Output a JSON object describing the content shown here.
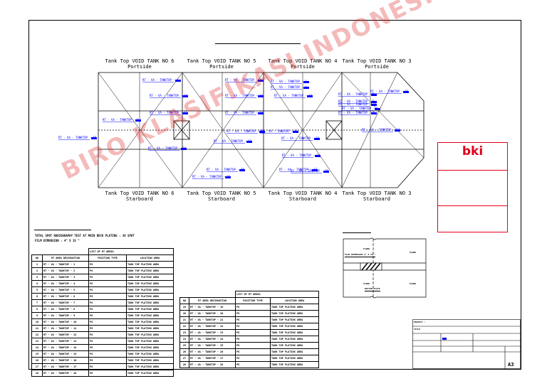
{
  "drawing": {
    "top_labels": [
      {
        "line1": "Tank Top VOID TANK NO 6",
        "line2": "Portside"
      },
      {
        "line1": "Tank Top VOID TANK NO 5",
        "line2": "Portside"
      },
      {
        "line1": "Tank Top VOID TANK NO 4",
        "line2": "Portside"
      },
      {
        "line1": "Tank Top VOID TANK NO 3",
        "line2": "Portside"
      }
    ],
    "bottom_labels": [
      {
        "line1": "Tank Top VOID TANK NO 6",
        "line2": "Starboard"
      },
      {
        "line1": "Tank Top VOID TANK NO 5",
        "line2": "Starboard"
      },
      {
        "line1": "Tank Top VOID TANK NO 4",
        "line2": "Starboard"
      },
      {
        "line1": "Tank Top VOID TANK NO 3",
        "line2": "Starboard"
      }
    ],
    "sheet_size": "A3"
  },
  "notes": {
    "line1": "TOTAL SPOT RADIOGRAPHY TEST AT MAIN DECK PLATING : 38 SPOT",
    "line2": "FILM DIMENSION : 4\" X 15 \""
  },
  "table1": {
    "title": "LIST OF RT AREAS",
    "headers": [
      "NO",
      "RT AREA DESIGNATION",
      "POSITION TYPE",
      "LOCATION AREA"
    ],
    "rows": [
      [
        "1",
        "RT - VA - TANKTOP - 1",
        "PG",
        "TANK TOP PLATING AREA"
      ],
      [
        "2",
        "RT - VA - TANKTOP - 2",
        "PG",
        "TANK TOP PLATING AREA"
      ],
      [
        "3",
        "RT - VA - TANKTOP - 3",
        "PG",
        "TANK TOP PLATING AREA"
      ],
      [
        "4",
        "RT - VA - TANKTOP - 4",
        "PG",
        "TANK TOP PLATING AREA"
      ],
      [
        "5",
        "RT - VA - TANKTOP - 5",
        "PG",
        "TANK TOP PLATING AREA"
      ],
      [
        "6",
        "RT - VA - TANKTOP - 6",
        "PG",
        "TANK TOP PLATING AREA"
      ],
      [
        "7",
        "RT - VA - TANKTOP - 7",
        "PG",
        "TANK TOP PLATING AREA"
      ],
      [
        "8",
        "RT - VA - TANKTOP - 8",
        "PG",
        "TANK TOP PLATING AREA"
      ],
      [
        "9",
        "RT - VA - TANKTOP - 9",
        "PG",
        "TANK TOP PLATING AREA"
      ],
      [
        "10",
        "RT - VA - TANKTOP - 10",
        "PG",
        "TANK TOP PLATING AREA"
      ],
      [
        "11",
        "RT - VA - TANKTOP - 11",
        "PG",
        "TANK TOP PLATING AREA"
      ],
      [
        "12",
        "RT - VA - TANKTOP - 12",
        "PG",
        "TANK TOP PLATING AREA"
      ],
      [
        "13",
        "RT - VA - TANKTOP - 13",
        "PG",
        "TANK TOP PLATING AREA"
      ],
      [
        "14",
        "RT - VA - TANKTOP - 14",
        "PG",
        "TANK TOP PLATING AREA"
      ],
      [
        "15",
        "RT - VA - TANKTOP - 15",
        "PG",
        "TANK TOP PLATING AREA"
      ],
      [
        "16",
        "RT - VA - TANKTOP - 16",
        "PG",
        "TANK TOP PLATING AREA"
      ],
      [
        "17",
        "RT - VA - TANKTOP - 17",
        "PG",
        "TANK TOP PLATING AREA"
      ],
      [
        "18",
        "RT - VA - TANKTOP - 18",
        "PG",
        "TANK TOP PLATING AREA"
      ]
    ]
  },
  "table2": {
    "title": "LIST OF RT AREAS",
    "headers": [
      "NO",
      "RT AREA DESIGNATION",
      "POSITION TYPE",
      "LOCATION AREA"
    ],
    "rows": [
      [
        "19",
        "RT - VA - TANKTOP - 19",
        "PG",
        "TANK TOP PLATING AREA"
      ],
      [
        "20",
        "RT - VA - TANKTOP - 20",
        "PG",
        "TANK TOP PLATING AREA"
      ],
      [
        "21",
        "RT - VA - TANKTOP - 21",
        "PG",
        "TANK TOP PLATING AREA"
      ],
      [
        "22",
        "RT - VA - TANKTOP - 22",
        "PG",
        "TANK TOP PLATING AREA"
      ],
      [
        "23",
        "RT - VA - TANKTOP - 23",
        "PG",
        "TANK TOP PLATING AREA"
      ],
      [
        "24",
        "RT - VA - TANKTOP - 24",
        "PG",
        "TANK TOP PLATING AREA"
      ],
      [
        "25",
        "RT - VA - TANKTOP - 25",
        "PG",
        "TANK TOP PLATING AREA"
      ],
      [
        "26",
        "RT - VA - TANKTOP - 26",
        "PG",
        "TANK TOP PLATING AREA"
      ],
      [
        "27",
        "RT - VA - TANKTOP - 27",
        "PG",
        "TANK TOP PLATING AREA"
      ],
      [
        "28",
        "RT - VA - TANKTOP - 28",
        "PG",
        "TANK TOP PLATING AREA"
      ]
    ]
  },
  "detail": {
    "labels": [
      "FLOOR",
      "FILM DIMENSION 4\" X 15 \"",
      "PLANK",
      "FLOOR",
      "PLANK",
      "BOTTOM PLATE"
    ]
  },
  "rt_tags": [
    "RT - VA - TANKTOP - 1",
    "RT - VA - TANKTOP - 2",
    "RT - VA - TANKTOP - 3",
    "RT - VA - TANKTOP - 4",
    "RT - VA - TANKTOP - 5",
    "RT - VA - TANKTOP - 6",
    "RT - VA - TANKTOP - 7",
    "RT - VA - TANKTOP - 8",
    "RT - VA - TANKTOP - 9",
    "RT - VA - TANKTOP - 10",
    "RT - VA - TANKTOP - 11",
    "RT - VA - TANKTOP - 12",
    "RT - VA - TANKTOP - 13",
    "RT - VA - TANKTOP - 14",
    "RT - VA - TANKTOP - 15",
    "RT - VA - TANKTOP - 16",
    "RT - VA - TANKTOP - 17",
    "RT - VA - TANKTOP - 18",
    "RT - VA - TANKTOP - 19",
    "RT - VA - TANKTOP - 20",
    "RT - VA - TANKTOP - 21",
    "RT - VA - TANKTOP - 22",
    "RT - VA - TANKTOP - 23",
    "RT - VA - TANKTOP - 24",
    "RT - VA - TANKTOP - 25",
    "RT - VA - TANKTOP - 26",
    "RT - VA - TANKTOP - 27",
    "RT - VA - TANKTOP - 28"
  ],
  "logo": {
    "text": "bki",
    "color": "#e3001b"
  },
  "watermark": {
    "text": "BIRO KLASIFIKASI INDONESIA",
    "color": "#de2828"
  },
  "title_block": {
    "project_label": "PROJECT :",
    "title_label": "TITLE",
    "sheet": "A3"
  },
  "colors": {
    "tag_blue": "#0000ff",
    "line": "#000000",
    "brand_red": "#e3001b"
  }
}
